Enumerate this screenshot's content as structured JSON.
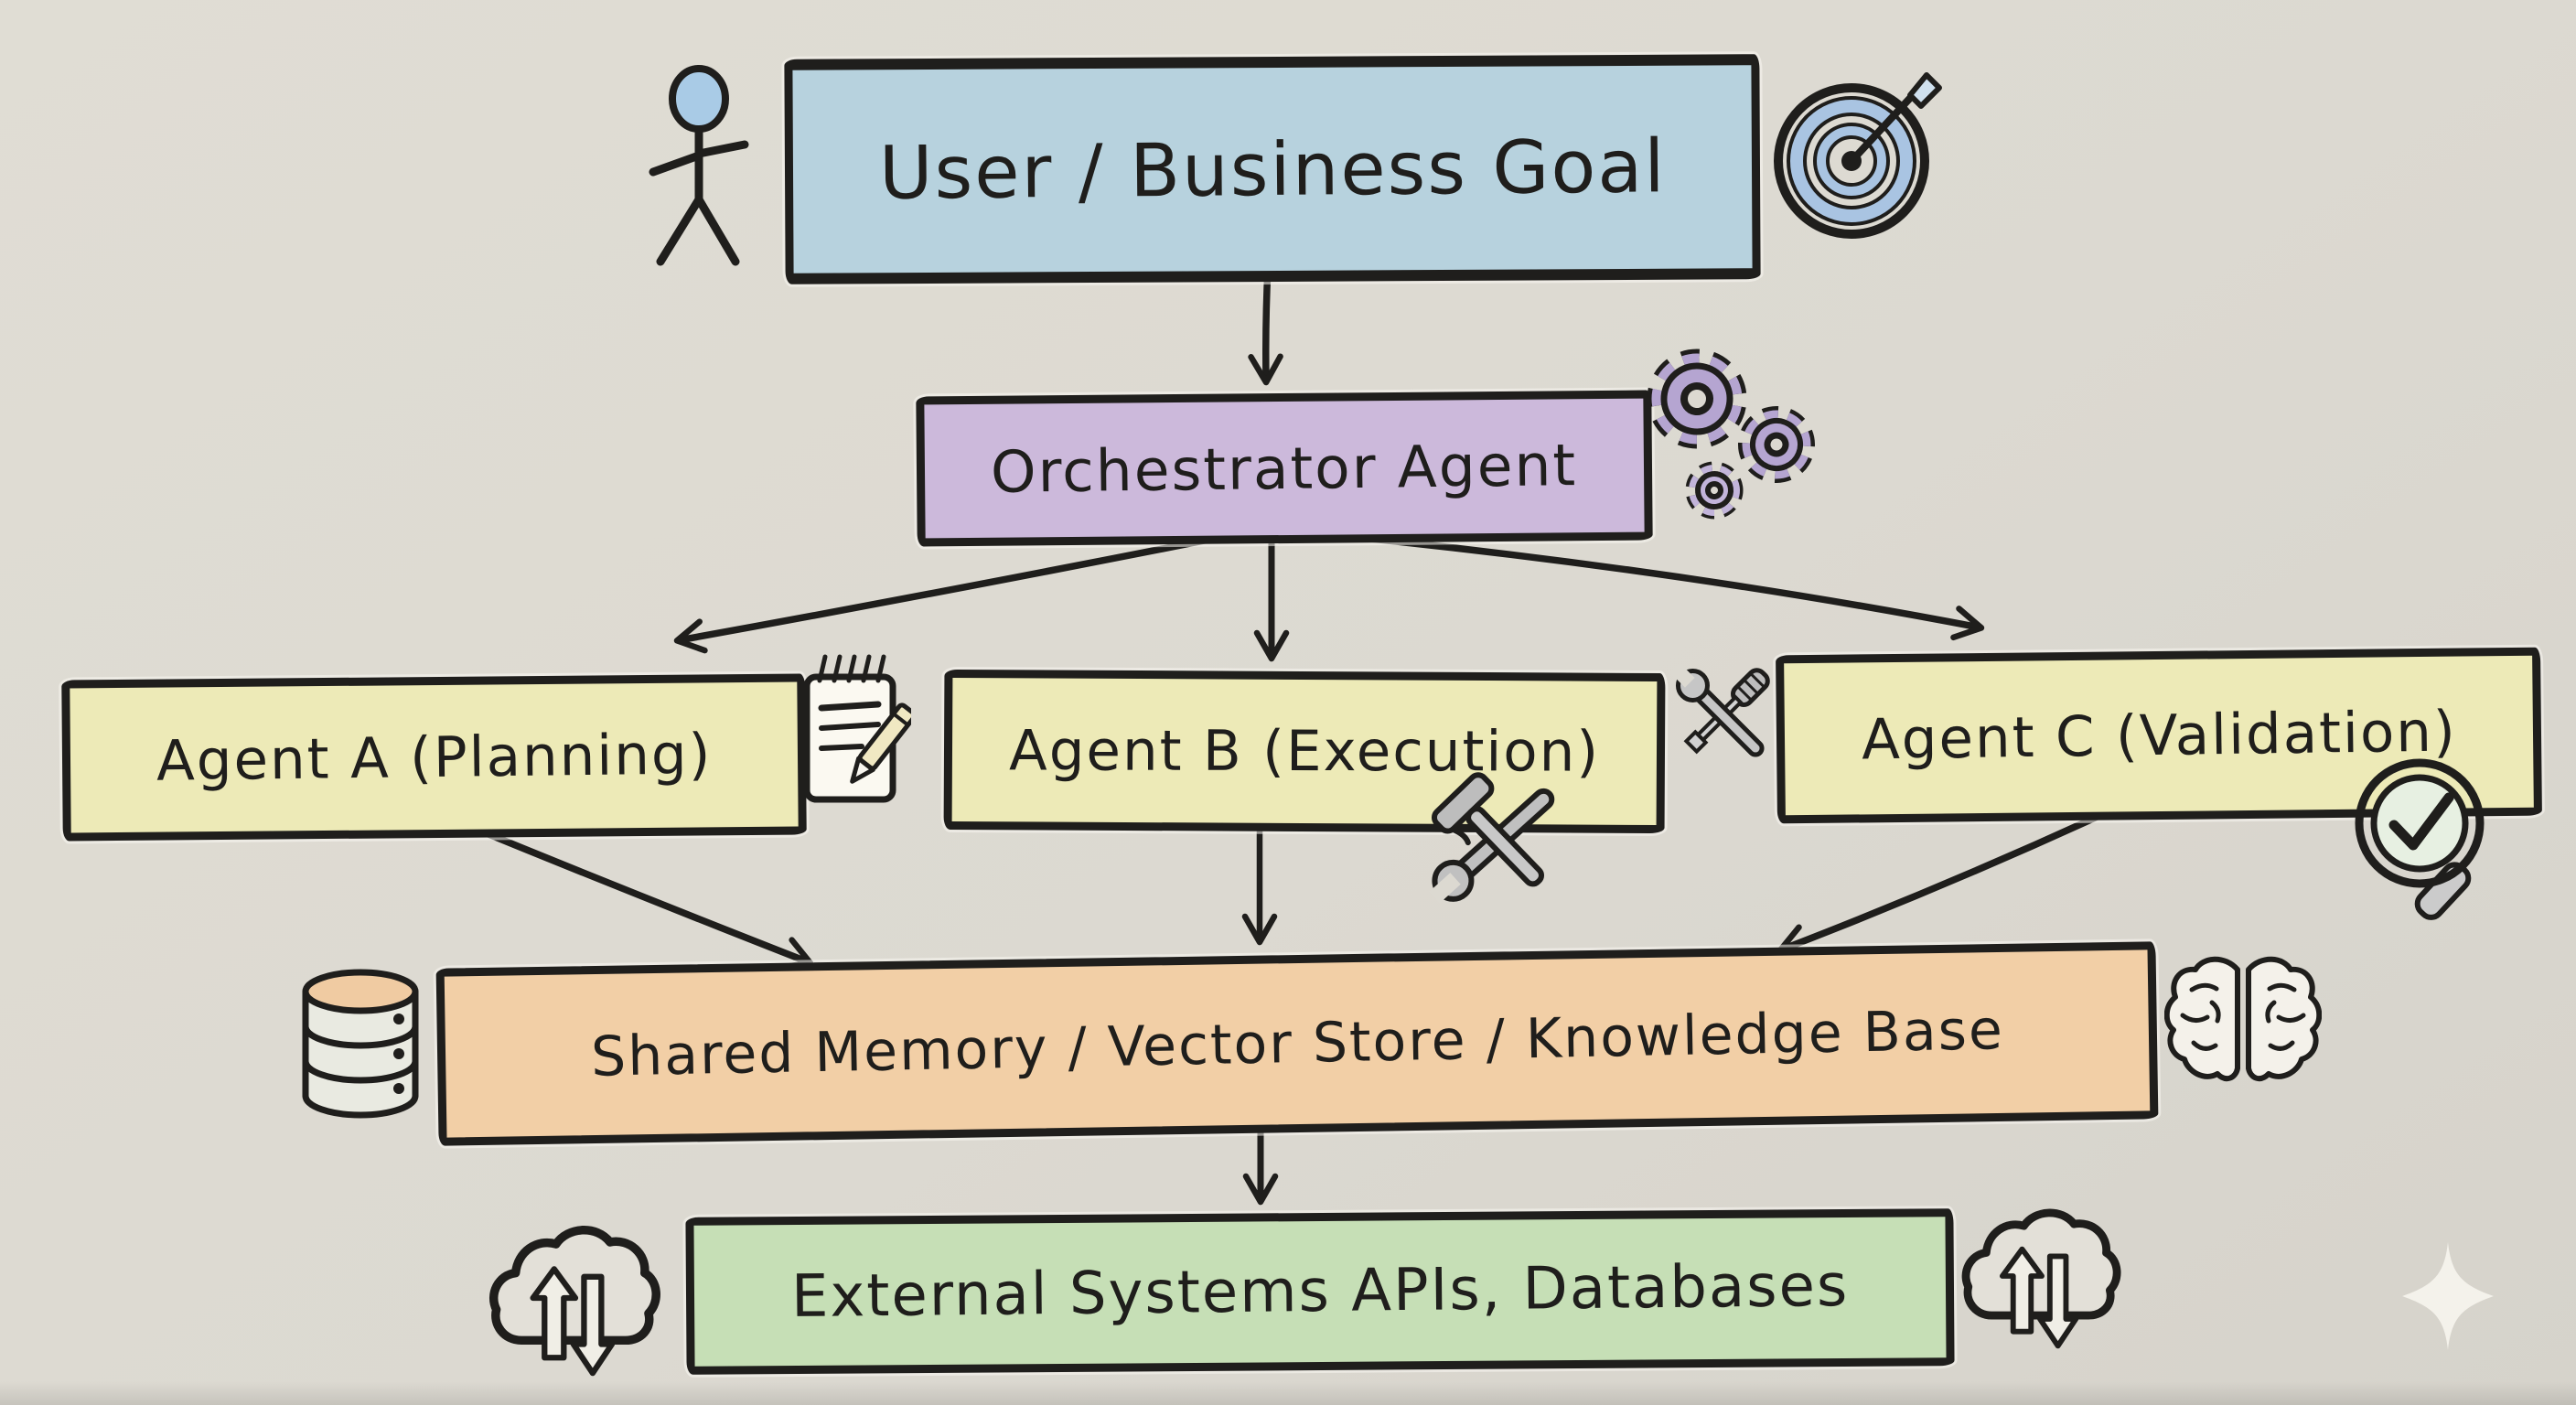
{
  "diagram": {
    "kind": "hand-drawn multi-agent architecture flowchart",
    "nodes": {
      "goal": {
        "label": "User / Business Goal"
      },
      "orchestrator": {
        "label": "Orchestrator Agent"
      },
      "agent_a": {
        "label": "Agent A (Planning)"
      },
      "agent_b": {
        "label": "Agent B (Execution)"
      },
      "agent_c": {
        "label": "Agent C (Validation)"
      },
      "memory": {
        "label": "Shared Memory / Vector Store / Knowledge Base"
      },
      "external": {
        "label": "External Systems APIs, Databases"
      }
    },
    "connections": [
      {
        "from": "goal",
        "to": "orchestrator"
      },
      {
        "from": "orchestrator",
        "to": "agent_a"
      },
      {
        "from": "orchestrator",
        "to": "agent_b"
      },
      {
        "from": "orchestrator",
        "to": "agent_c"
      },
      {
        "from": "agent_a",
        "to": "memory"
      },
      {
        "from": "agent_b",
        "to": "memory"
      },
      {
        "from": "agent_c",
        "to": "memory"
      },
      {
        "from": "memory",
        "to": "external"
      }
    ],
    "icons": [
      "user-stick-figure-icon",
      "target-goal-icon",
      "gears-icon",
      "notepad-pencil-icon",
      "crossed-tools-icon",
      "hammer-wrench-icon",
      "magnifier-check-icon",
      "database-cylinder-icon",
      "brain-icon",
      "cloud-sync-left-icon",
      "cloud-sync-right-icon",
      "sparkle-icon"
    ]
  },
  "palette": {
    "paper": "#dcd9d1",
    "ink": "#1f1e1c",
    "goal_fill": "#b7d2de",
    "orchestrator_fill": "#ccb9db",
    "agent_fill": "#edeab7",
    "memory_fill": "#f2cfa6",
    "external_fill": "#c6dfb6",
    "gear_fill": "#b5a5d1",
    "target_ring": "#a9c4e2",
    "figure_head": "#a9cbe6",
    "tool_gray": "#bdbdbd",
    "pencil_yellow": "#f0e8c2",
    "lens_green": "#e7f0e2",
    "db_top": "#f0cba2",
    "db_body": "#e9eae1",
    "paper_white": "#f7f5ee",
    "sparkle": "#f6f3ec"
  }
}
